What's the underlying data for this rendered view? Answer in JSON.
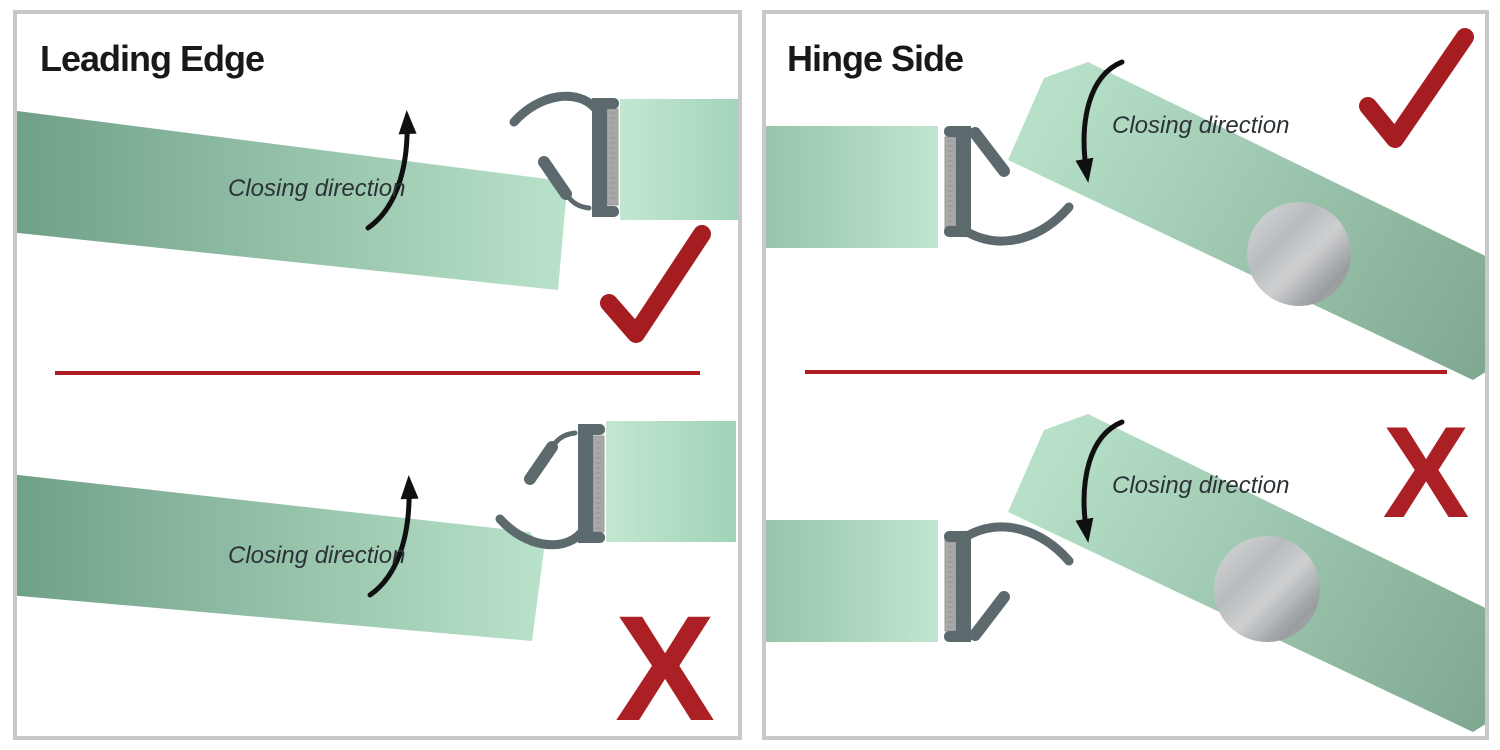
{
  "diagram": {
    "type": "installation-instruction",
    "subject": "shower door seal orientation"
  },
  "panels": {
    "leading_edge": {
      "title": "Leading Edge",
      "correct": {
        "closing_label": "Closing direction",
        "verdict": "correct",
        "verdict_icon": "checkmark-icon"
      },
      "incorrect": {
        "closing_label": "Closing direction",
        "verdict": "incorrect",
        "mark": "X"
      }
    },
    "hinge_side": {
      "title": "Hinge Side",
      "correct": {
        "closing_label": "Closing direction",
        "verdict": "correct",
        "verdict_icon": "checkmark-icon"
      },
      "incorrect": {
        "closing_label": "Closing direction",
        "verdict": "incorrect",
        "mark": "X"
      }
    }
  },
  "colors": {
    "accent_red": "#ab2024",
    "check_red": "#a51d21",
    "divider_red": "#b01e24",
    "glass_green_dark": "#6f9f87",
    "glass_green_light": "#bce4cd",
    "seal_slate_gray": "#5c6a6e",
    "grip_tape_gray": "#a8a8a8",
    "hinge_metal_gray": "#aaadaf",
    "panel_border_gray": "#c8c8c8",
    "arrow_black": "#101010"
  },
  "icons": {
    "correct": "checkmark-icon",
    "incorrect": "x-mark",
    "direction": "curved-arrow-icon"
  }
}
